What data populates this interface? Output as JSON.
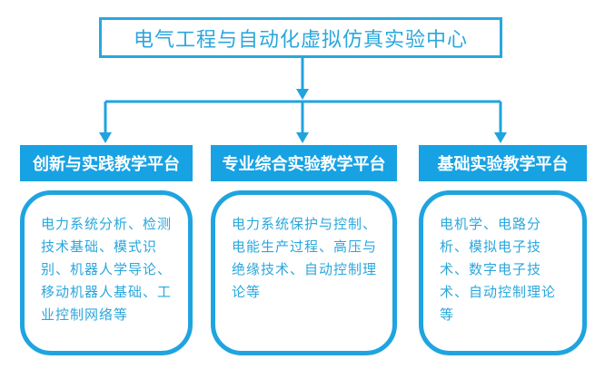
{
  "title": "电气工程与自动化虚拟仿真实验中心",
  "platforms": [
    {
      "label": "创新与实践教学平台",
      "content": "电力系统分析、检测技术基础、模式识别、机器人学导论、移动机器人基础、工业控制网络等"
    },
    {
      "label": "专业综合实验教学平台",
      "content": "电力系统保护与控制、电能生产过程、高压与绝缘技术、自动控制理论等"
    },
    {
      "label": "基础实验教学平台",
      "content": "电机学、电路分析、模拟电子技术、数字电子技术、自动控制理论等"
    }
  ],
  "colors": {
    "accent": "#2aa7dc",
    "platform_bg": "#17a2e3",
    "connector": "#1fa4e0"
  }
}
